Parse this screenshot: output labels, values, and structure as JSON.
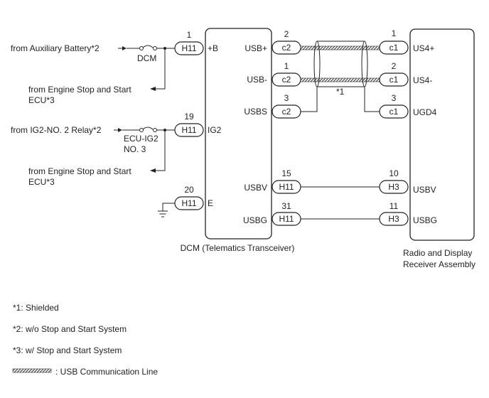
{
  "sources": {
    "aux_battery": "from Auxiliary Battery*2",
    "ess_ecu_1_line1": "from Engine Stop and Start",
    "ess_ecu_1_line2": "ECU*3",
    "ig2_relay": "from IG2-NO. 2 Relay*2",
    "ess_ecu_2_line1": "from Engine Stop and Start",
    "ess_ecu_2_line2": "ECU*3"
  },
  "fuses": {
    "dcm": "DCM",
    "ecu_ig2_line1": "ECU-IG2",
    "ecu_ig2_line2": "NO. 3"
  },
  "dcm": {
    "name": "DCM (Telematics Transceiver)",
    "pins": [
      {
        "num": "1",
        "conn": "H11",
        "label": "+B"
      },
      {
        "num": "19",
        "conn": "H11",
        "label": "IG2"
      },
      {
        "num": "20",
        "conn": "H11",
        "label": "E"
      }
    ],
    "right_pins": [
      {
        "num": "2",
        "conn": "c2",
        "label": "USB+"
      },
      {
        "num": "1",
        "conn": "c2",
        "label": "USB-"
      },
      {
        "num": "3",
        "conn": "c2",
        "label": "USBS"
      },
      {
        "num": "15",
        "conn": "H11",
        "label": "USBV"
      },
      {
        "num": "31",
        "conn": "H11",
        "label": "USBG"
      }
    ]
  },
  "radio": {
    "name_line1": "Radio and Display",
    "name_line2": "Receiver Assembly",
    "pins": [
      {
        "num": "1",
        "conn": "c1",
        "label": "US4+"
      },
      {
        "num": "2",
        "conn": "c1",
        "label": "US4-"
      },
      {
        "num": "3",
        "conn": "c1",
        "label": "UGD4"
      },
      {
        "num": "10",
        "conn": "H3",
        "label": "USBV"
      },
      {
        "num": "11",
        "conn": "H3",
        "label": "USBG"
      }
    ]
  },
  "shield_label": "*1",
  "notes": {
    "n1": "*1: Shielded",
    "n2": "*2: w/o Stop and Start System",
    "n3": "*3: w/ Stop and Start System",
    "legend": ": USB Communication Line"
  },
  "colors": {
    "line": "#222222",
    "usb_line": "#444444"
  }
}
